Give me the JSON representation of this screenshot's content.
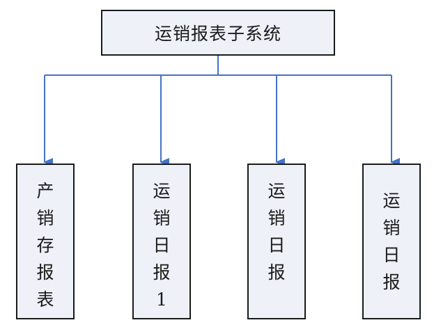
{
  "diagram": {
    "root": {
      "label": "运销报表子系统"
    },
    "children": [
      {
        "chars": [
          "产",
          "销",
          "存",
          "报",
          "表"
        ]
      },
      {
        "chars": [
          "运",
          "销",
          "日",
          "报",
          "1"
        ]
      },
      {
        "chars": [
          "运",
          "销",
          "日",
          "报"
        ]
      },
      {
        "chars": [
          "运",
          "销",
          "日",
          "报"
        ]
      }
    ],
    "connector_color": "#4472c4"
  }
}
